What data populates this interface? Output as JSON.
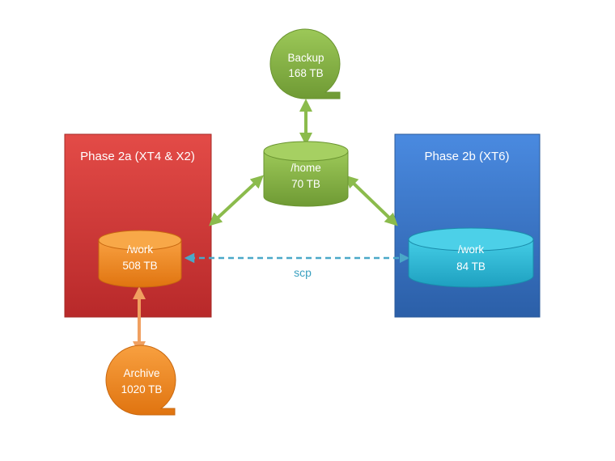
{
  "phase2a": {
    "title": "Phase 2a (XT4 & X2)",
    "color": "#d53a36"
  },
  "phase2b": {
    "title": "Phase 2b (XT6)",
    "color": "#3a78c8"
  },
  "home": {
    "name": "/home",
    "size": "70 TB",
    "color": "#8ab84a"
  },
  "backup": {
    "name": "Backup",
    "size": "168 TB",
    "color": "#8ab84a"
  },
  "work_2a": {
    "name": "/work",
    "size": "508 TB",
    "color": "#f08a24"
  },
  "work_2b": {
    "name": "/work",
    "size": "84 TB",
    "color": "#2fbcd8"
  },
  "archive": {
    "name": "Archive",
    "size": "1020 TB",
    "color": "#f08a24"
  },
  "link": {
    "scp_label": "scp"
  },
  "arrow_colors": {
    "green": "#8bbb4c",
    "orange": "#f0a060",
    "teal": "#4aa8c8"
  }
}
